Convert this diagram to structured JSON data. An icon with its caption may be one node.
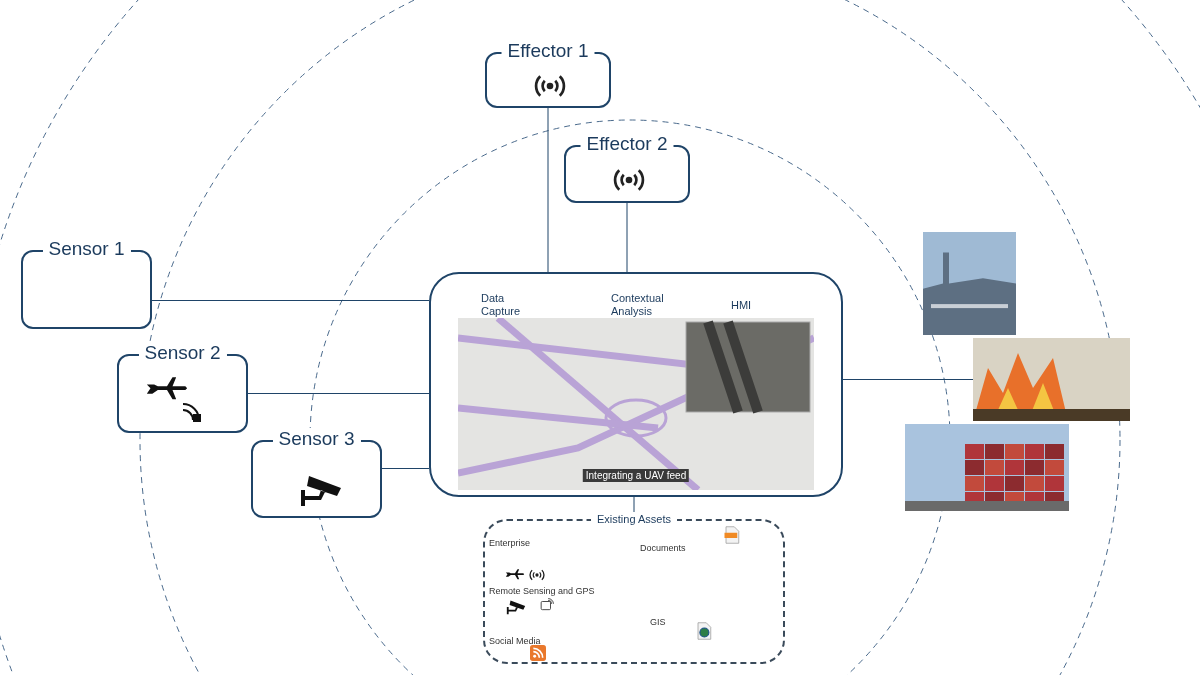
{
  "diagram": {
    "nodes": [
      {
        "text": [
          "Effector 1"
        ]
      },
      {
        "text": [
          "Effector 2"
        ]
      },
      {
        "text": [
          "Sensor 1"
        ]
      },
      {
        "text": [
          "Sensor 2"
        ]
      },
      {
        "text": [
          "Sensor 3"
        ]
      },
      {
        "text": [
          "Data Capture",
          "Contextual Analysis",
          "HMI"
        ]
      },
      {
        "text": [
          "Integrating a UAV feed"
        ],
        "in": 5
      },
      {
        "text": [
          "Existing Assets"
        ]
      },
      {
        "text": [],
        "shape": "picture"
      },
      {
        "text": [],
        "shape": "picture"
      },
      {
        "text": [],
        "shape": "picture"
      }
    ],
    "edges": [
      {
        "from": 0,
        "to": 5,
        "arrow": "none"
      },
      {
        "from": 1,
        "to": 5,
        "arrow": "none"
      },
      {
        "from": 2,
        "to": 5,
        "arrow": "none"
      },
      {
        "from": 3,
        "to": 5,
        "arrow": "none"
      },
      {
        "from": 4,
        "to": 5,
        "arrow": "none"
      },
      {
        "from": 5,
        "to": 9,
        "arrow": "none"
      },
      {
        "from": 5,
        "to": 7,
        "arrow": "none"
      }
    ],
    "labels": [
      "Enterprise",
      "Remote Sensing and GPS",
      "Social Media",
      "Documents",
      "GIS"
    ]
  }
}
